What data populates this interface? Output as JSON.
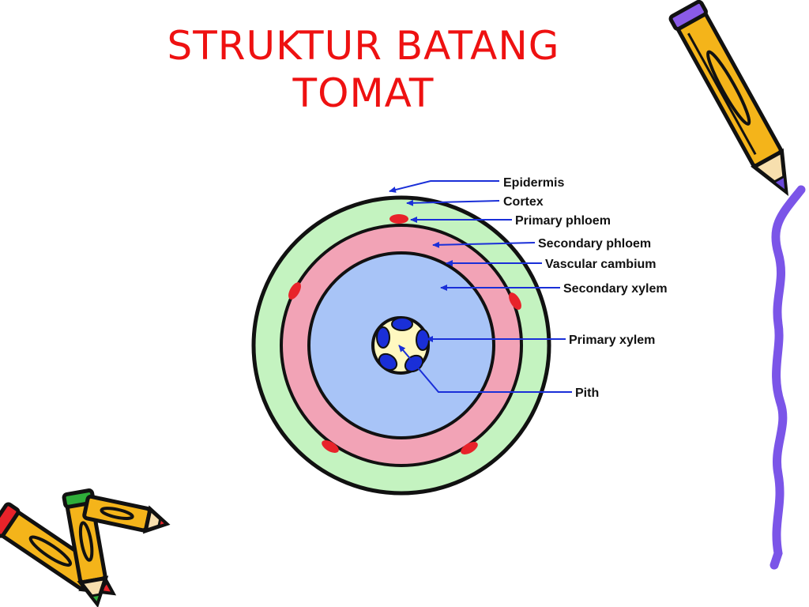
{
  "slide": {
    "title_line1": "STRUKTUR BATANG",
    "title_line2": "TOMAT"
  },
  "diagram": {
    "labels": [
      "Epidermis",
      "Cortex",
      "Primary phloem",
      "Secondary phloem",
      "Vascular cambium",
      "Secondary xylem",
      "Primary xylem",
      "Pith"
    ]
  },
  "colors": {
    "title": "#ee1111",
    "cortex": "#c4f3c0",
    "secondary_phloem": "#f2a3b6",
    "secondary_xylem": "#a8c4f7",
    "pith": "#fff8c0",
    "primary_xylem": "#1a2fd8",
    "primary_phloem": "#e8232a",
    "leader_lines": "#1a2fd8",
    "pencil_body": "#f4b41a",
    "wavy_line": "#7b55e8"
  },
  "decorations": [
    "pencil-icon",
    "pencil-icon",
    "pencil-icon",
    "wavy-line"
  ]
}
